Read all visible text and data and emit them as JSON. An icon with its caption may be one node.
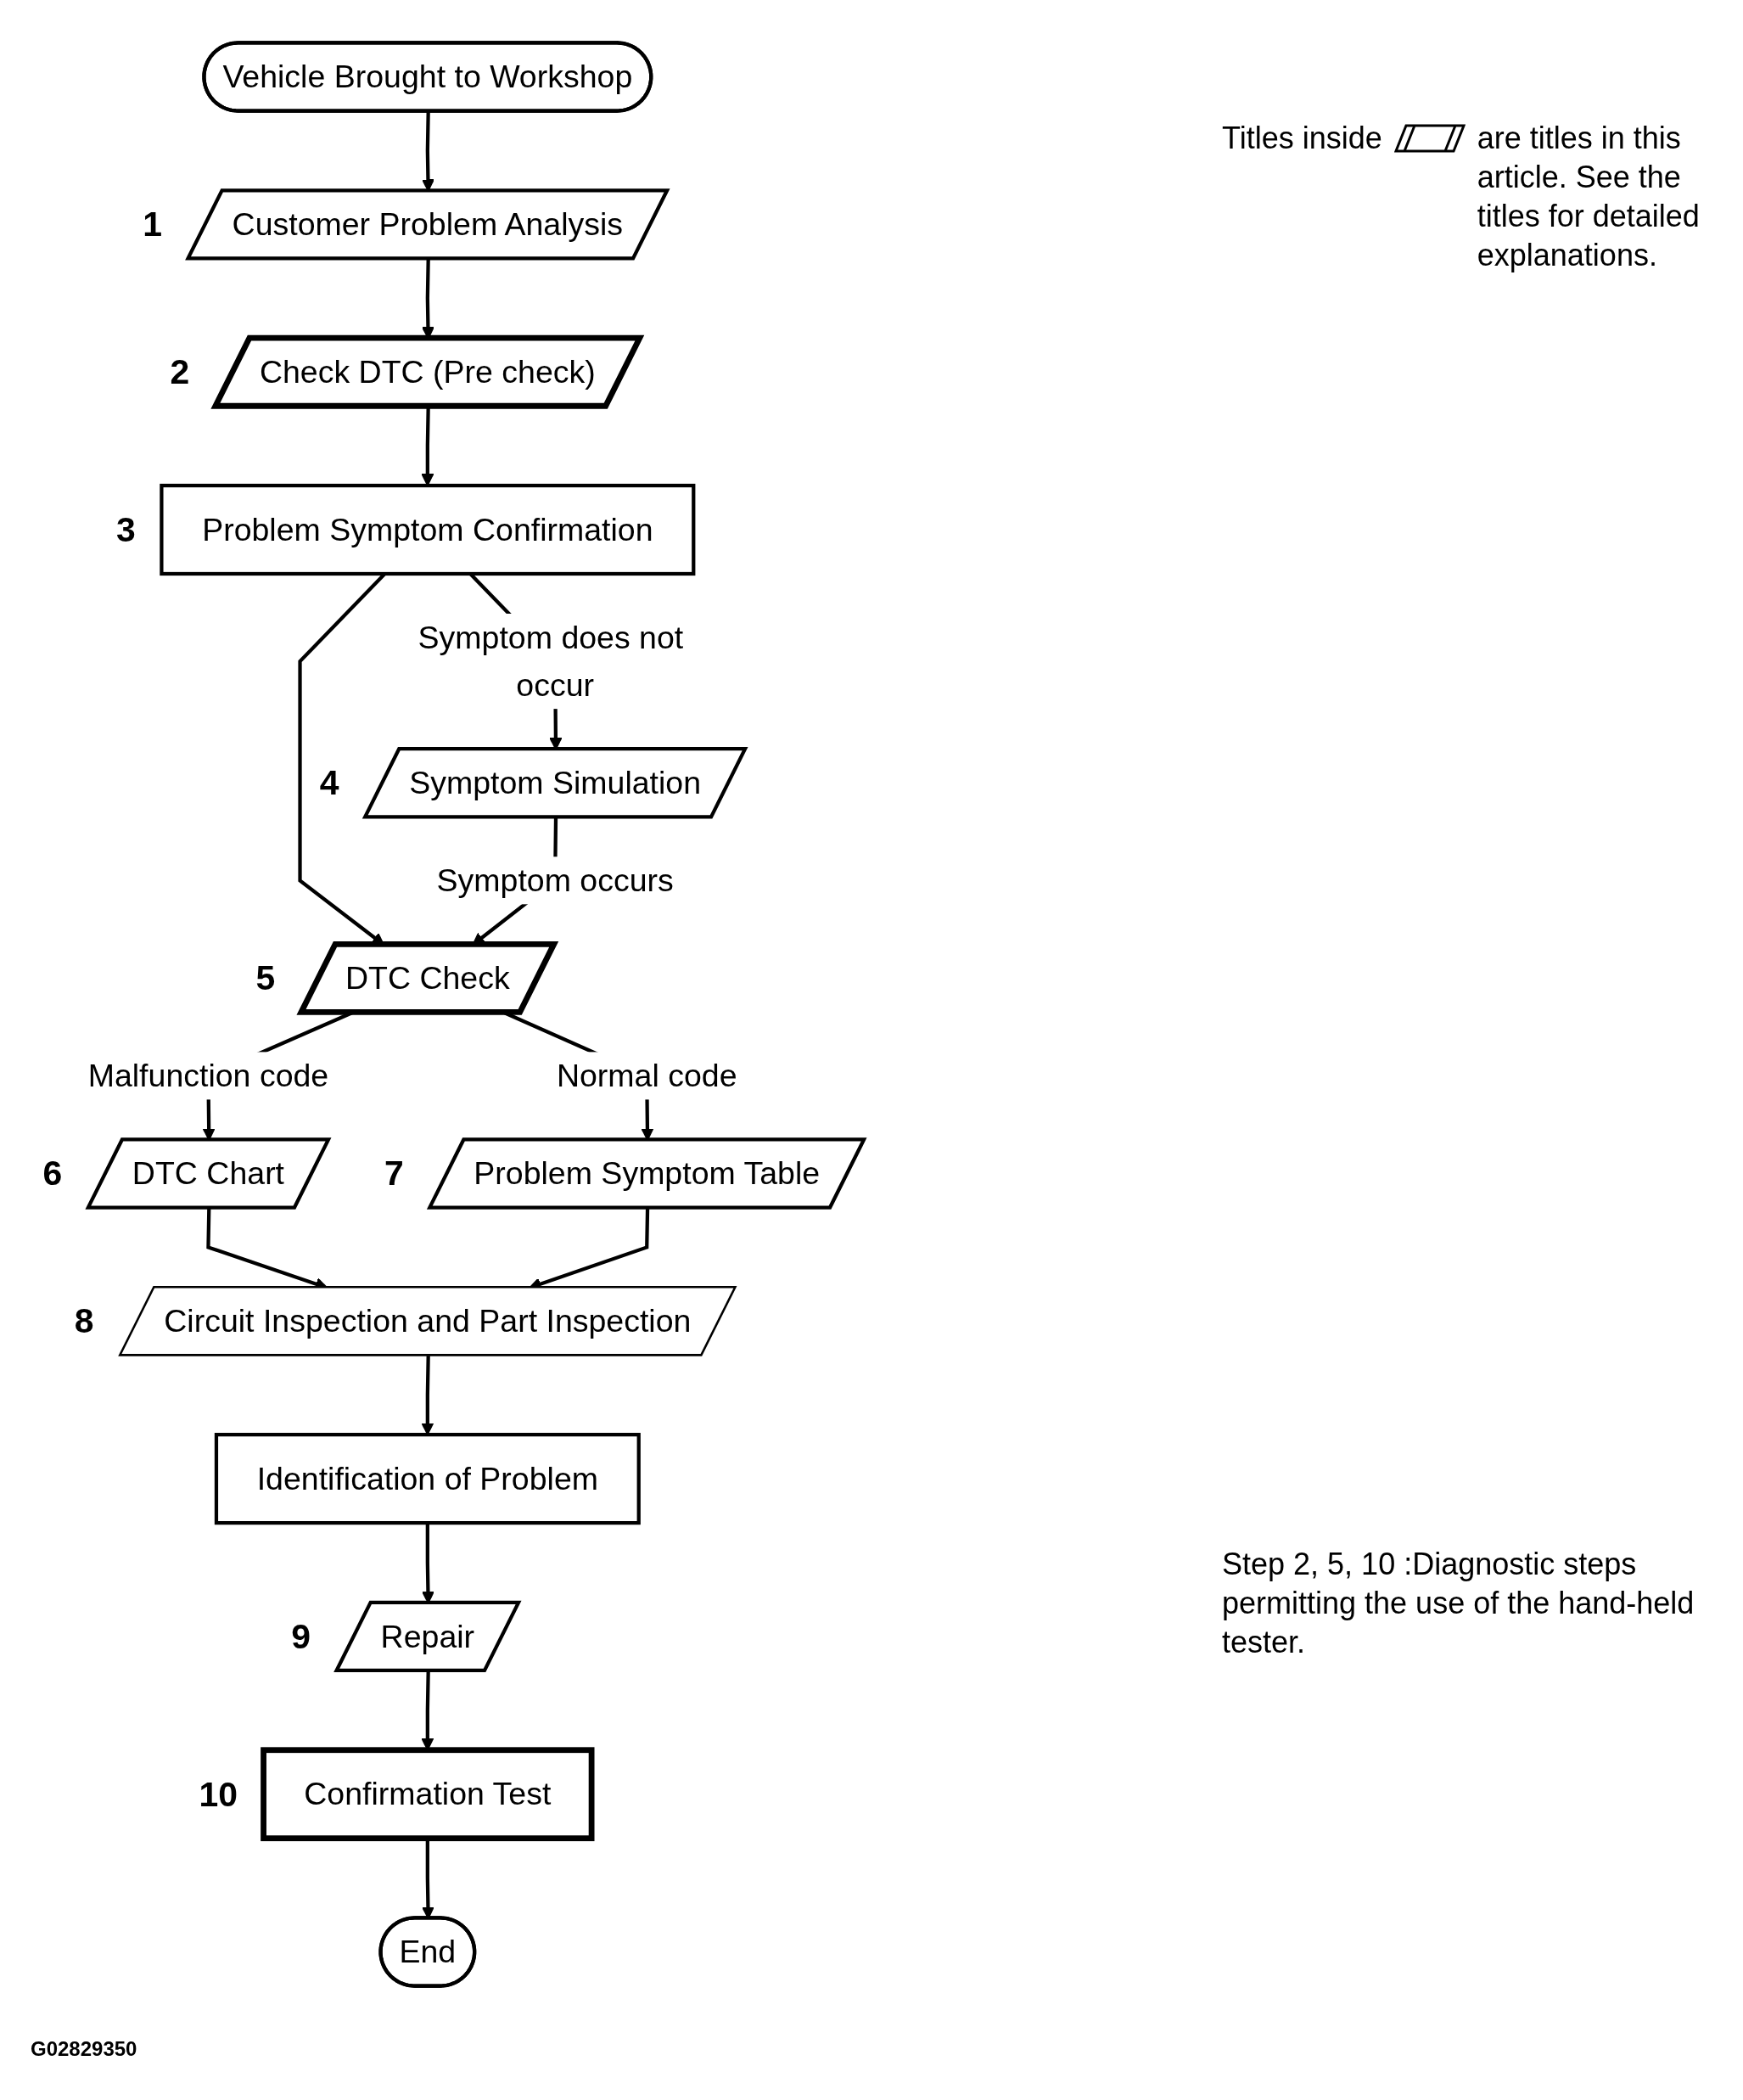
{
  "diagram": {
    "nodes": [
      {
        "text": [
          "Vehicle Brought to Workshop"
        ]
      },
      {
        "text": [
          "Customer Problem Analysis"
        ],
        "beside": [
          "1"
        ]
      },
      {
        "text": [
          "Check DTC (Pre check)"
        ],
        "beside": [
          "2"
        ]
      },
      {
        "text": [
          "Problem Symptom Confirmation"
        ],
        "beside": [
          "3"
        ]
      },
      {
        "text": [
          "Symptom Simulation"
        ],
        "beside": [
          "4"
        ]
      },
      {
        "text": [
          "DTC Check"
        ],
        "beside": [
          "5"
        ]
      },
      {
        "text": [
          "DTC Chart"
        ],
        "beside": [
          "6"
        ]
      },
      {
        "text": [
          "Problem Symptom Table"
        ],
        "beside": [
          "7"
        ]
      },
      {
        "text": [
          "Circuit Inspection and Part Inspection"
        ],
        "beside": [
          "8"
        ]
      },
      {
        "text": [
          "Identification of Problem"
        ]
      },
      {
        "text": [
          "Repair"
        ],
        "beside": [
          "9"
        ]
      },
      {
        "text": [
          "Confirmation Test"
        ],
        "beside": [
          "10"
        ]
      },
      {
        "text": [
          "End"
        ]
      }
    ],
    "edges": [
      {
        "from": 0,
        "to": 1,
        "arrow": "to"
      },
      {
        "from": 1,
        "to": 2,
        "arrow": "to"
      },
      {
        "from": 2,
        "to": 3,
        "arrow": "to"
      },
      {
        "from": 3,
        "to": 4,
        "arrow": "to",
        "label": "Symptom does not occur"
      },
      {
        "from": 3,
        "to": 5,
        "arrow": "to"
      },
      {
        "from": 4,
        "to": 5,
        "arrow": "to",
        "label": "Symptom occurs"
      },
      {
        "from": 5,
        "to": 7,
        "arrow": "to",
        "label": "Normal code"
      },
      {
        "from": 5,
        "to": 6,
        "arrow": "to",
        "label": "Malfunction code"
      },
      {
        "from": 6,
        "to": 8,
        "arrow": "to"
      },
      {
        "from": 7,
        "to": 8,
        "arrow": "to"
      },
      {
        "from": 8,
        "to": 9,
        "arrow": "to"
      },
      {
        "from": 9,
        "to": 10,
        "arrow": "to"
      },
      {
        "from": 10,
        "to": 11,
        "arrow": "to"
      },
      {
        "from": 11,
        "to": 12,
        "arrow": "to"
      }
    ],
    "labels": [
      "Titles inside",
      "are titles in this article. See the titles for detailed explanations.",
      "Step 2, 5, 10 :Diagnostic steps permitting the use of the hand-held tester.",
      "G02829350"
    ]
  }
}
